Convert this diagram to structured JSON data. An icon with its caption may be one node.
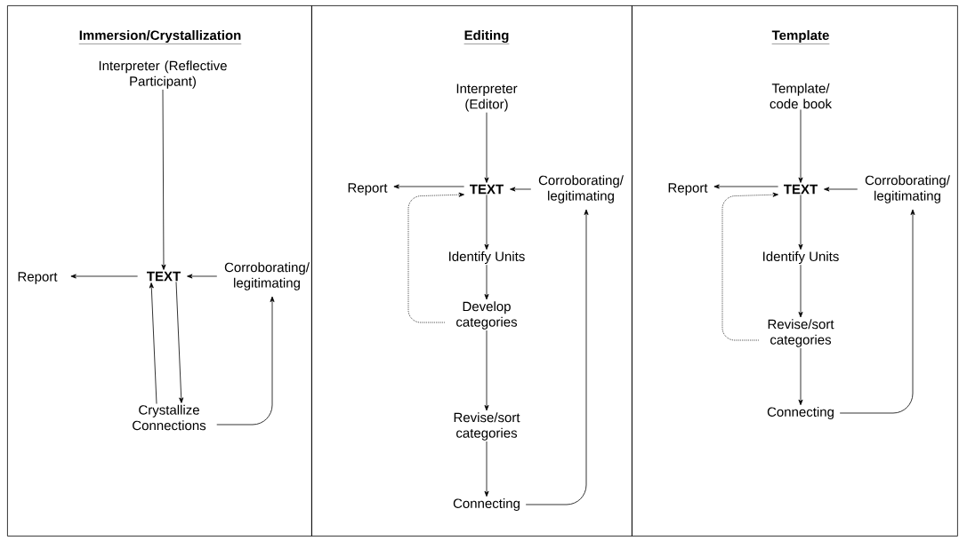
{
  "diagram": {
    "nodes": [
      {
        "text": [
          "Immersion/Crystallization"
        ]
      },
      {
        "text": [
          "Interpreter (Reflective Participant)"
        ],
        "in": 0
      },
      {
        "text": [
          "TEXT"
        ],
        "in": 0
      },
      {
        "text": [
          "Report"
        ],
        "in": 0
      },
      {
        "text": [
          "Corroborating/ legitimating"
        ],
        "in": 0
      },
      {
        "text": [
          "Crystallize Connections"
        ],
        "in": 0
      },
      {
        "text": [
          "Editing"
        ]
      },
      {
        "text": [
          "Interpreter (Editor)"
        ],
        "in": 6
      },
      {
        "text": [
          "TEXT"
        ],
        "in": 6
      },
      {
        "text": [
          "Report"
        ],
        "in": 6
      },
      {
        "text": [
          "Corroborating/ legitimating"
        ],
        "in": 6
      },
      {
        "text": [
          "Identify Units"
        ],
        "in": 6
      },
      {
        "text": [
          "Develop categories"
        ],
        "in": 6
      },
      {
        "text": [
          "Revise/sort categories"
        ],
        "in": 6
      },
      {
        "text": [
          "Connecting"
        ],
        "in": 6
      },
      {
        "text": [
          "Template"
        ]
      },
      {
        "text": [
          "Template/ code book"
        ],
        "in": 15
      },
      {
        "text": [
          "TEXT"
        ],
        "in": 15
      },
      {
        "text": [
          "Report"
        ],
        "in": 15
      },
      {
        "text": [
          "Corroborating/ legitimating"
        ],
        "in": 15
      },
      {
        "text": [
          "Identify Units"
        ],
        "in": 15
      },
      {
        "text": [
          "Revise/sort categories"
        ],
        "in": 15
      },
      {
        "text": [
          "Connecting"
        ],
        "in": 15
      }
    ],
    "edges": [
      {
        "from": 1,
        "to": 2,
        "arrow": "to"
      },
      {
        "from": 2,
        "to": 3,
        "arrow": "to"
      },
      {
        "from": 4,
        "to": 2,
        "arrow": "to"
      },
      {
        "from": 5,
        "to": 2,
        "arrow": "to"
      },
      {
        "from": 2,
        "to": 5,
        "arrow": "to"
      },
      {
        "from": 5,
        "to": 4,
        "arrow": "to"
      },
      {
        "from": 7,
        "to": 8,
        "arrow": "to"
      },
      {
        "from": 8,
        "to": 9,
        "arrow": "to"
      },
      {
        "from": 10,
        "to": 8,
        "arrow": "to"
      },
      {
        "from": 8,
        "to": 11,
        "arrow": "to"
      },
      {
        "from": 11,
        "to": 12,
        "arrow": "to"
      },
      {
        "from": 12,
        "to": 13,
        "arrow": "to"
      },
      {
        "from": 13,
        "to": 14,
        "arrow": "to"
      },
      {
        "from": 14,
        "to": 10,
        "arrow": "to"
      },
      {
        "from": 12,
        "to": 8,
        "arrow": "to",
        "style": "dashed"
      },
      {
        "from": 16,
        "to": 17,
        "arrow": "to"
      },
      {
        "from": 17,
        "to": 18,
        "arrow": "to"
      },
      {
        "from": 19,
        "to": 17,
        "arrow": "to"
      },
      {
        "from": 17,
        "to": 20,
        "arrow": "to"
      },
      {
        "from": 20,
        "to": 21,
        "arrow": "to"
      },
      {
        "from": 21,
        "to": 22,
        "arrow": "to"
      },
      {
        "from": 22,
        "to": 19,
        "arrow": "to"
      },
      {
        "from": 21,
        "to": 17,
        "arrow": "to",
        "style": "dashed"
      }
    ]
  }
}
